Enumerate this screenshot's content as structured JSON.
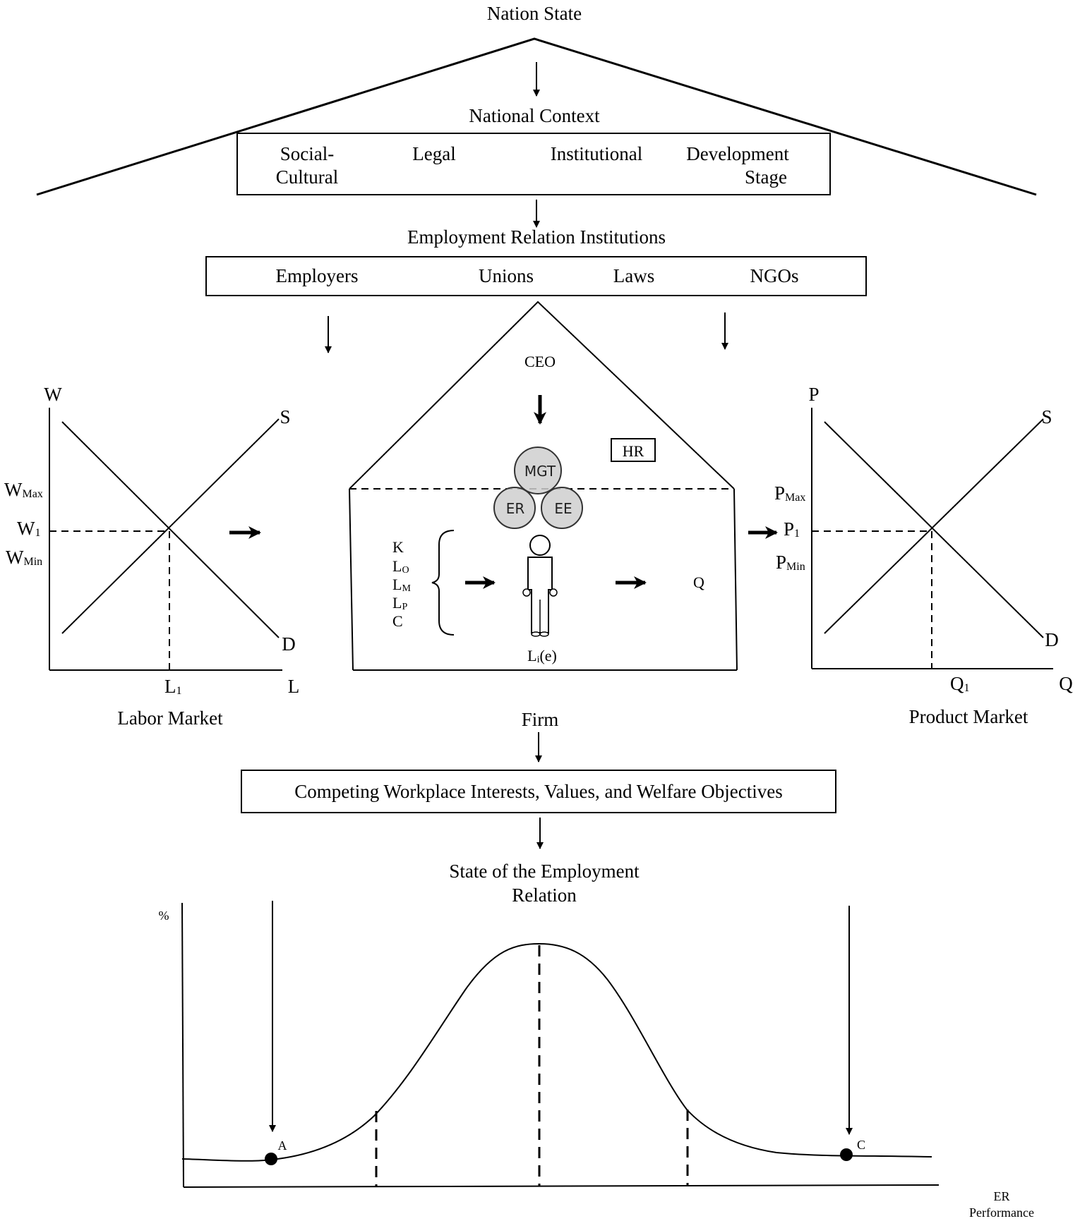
{
  "nation": {
    "title": "Nation State"
  },
  "context": {
    "title": "National Context",
    "items": [
      "Social-",
      "Cultural",
      "Legal",
      "Institutional",
      "Development",
      "Stage"
    ]
  },
  "institutions": {
    "title": "Employment Relation Institutions",
    "items": [
      "Employers",
      "Unions",
      "Laws",
      "NGOs"
    ]
  },
  "labor_market": {
    "title": "Labor Market",
    "y_axis": "W",
    "x_axis": "L",
    "supply": "S",
    "demand": "D",
    "w_max": "W",
    "w_max_sub": "Max",
    "w1": "W",
    "w1_sub": "1",
    "w_min": "W",
    "w_min_sub": "Min",
    "l1": "L",
    "l1_sub": "1"
  },
  "firm": {
    "title": "Firm",
    "ceo": "CEO",
    "hr": "HR",
    "circles": [
      "MGT",
      "ER",
      "EE"
    ],
    "inputs": [
      "K",
      "L",
      "L",
      "L",
      "C"
    ],
    "input_subs": [
      "",
      "O",
      "M",
      "P",
      ""
    ],
    "output": "Q",
    "worker": "L",
    "worker_sub": "i",
    "worker_suffix": "(e)"
  },
  "product_market": {
    "title": "Product Market",
    "y_axis": "P",
    "x_axis": "Q",
    "supply": "S",
    "demand": "D",
    "p_max": "P",
    "p_max_sub": "Max",
    "p1": "P",
    "p1_sub": "1",
    "p_min": "P",
    "p_min_sub": "Min",
    "q1": "Q",
    "q1_sub": "1"
  },
  "competing": {
    "label": "Competing Workplace Interests, Values, and Welfare Objectives"
  },
  "state": {
    "title_line1": "State of the Employment",
    "title_line2": "Relation"
  },
  "performance_chart": {
    "y_label": "%",
    "x_label_line1": "ER",
    "x_label_line2": "Performance",
    "point_a": "A",
    "point_c": "C"
  }
}
